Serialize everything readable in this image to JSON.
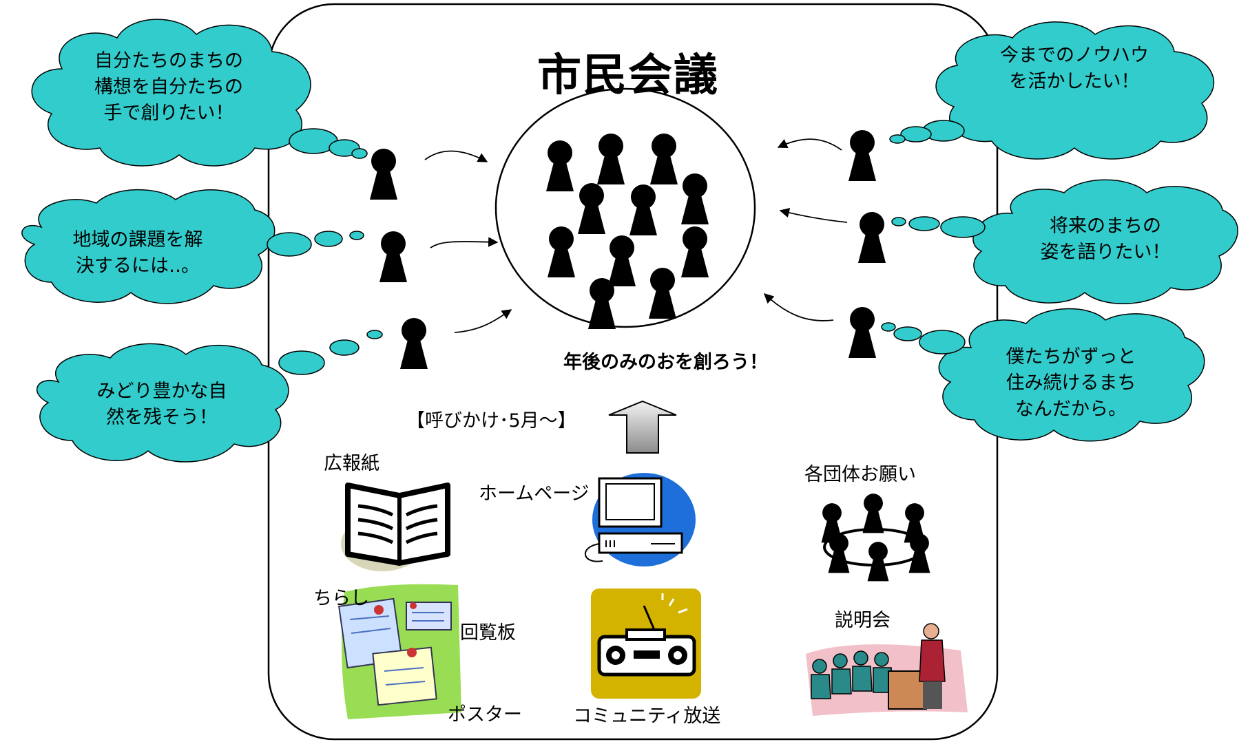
{
  "title": "市民会議",
  "slogan": "年後のみのおを創ろう！",
  "call_label": "【呼びかけ･5月～】",
  "clouds": [
    {
      "lines": [
        "自分たちのまちの",
        "構想を自分たちの",
        "手で創りたい！"
      ]
    },
    {
      "lines": [
        "地域の課題を解",
        "決するには‥。"
      ]
    },
    {
      "lines": [
        "みどり豊かな自",
        "然を残そう！"
      ]
    },
    {
      "lines": [
        "今までのノウハウ",
        "を活かしたい！"
      ]
    },
    {
      "lines": [
        "将来のまちの",
        "姿を語りたい！"
      ]
    },
    {
      "lines": [
        "僕たちがずっと",
        "住み続けるまち",
        "なんだから。"
      ]
    }
  ],
  "channels": {
    "newsletter": "広報紙",
    "homepage": "ホームページ",
    "organizations": "各団体お願い",
    "flyer": "ちらし",
    "circular": "回覧板",
    "poster": "ポスター",
    "radio": "コミュニティ放送",
    "briefing": "説明会"
  },
  "colors": {
    "cloud_fill": "#33cccc",
    "arrow_fill_top": "#f2f2f2",
    "arrow_fill_bottom": "#8c8c8c",
    "computer_blue": "#1e6fd9",
    "radio_bg": "#d4b300",
    "flyer_bg": "#99dd55"
  }
}
